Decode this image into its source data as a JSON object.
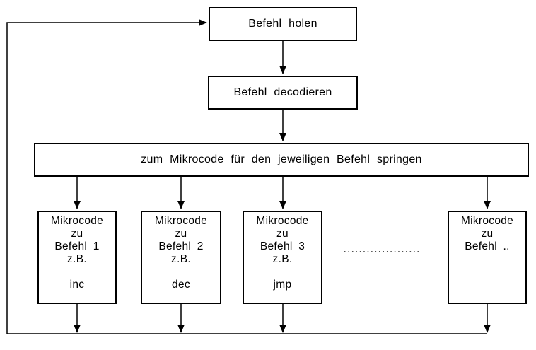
{
  "colors": {
    "line": "#000000",
    "background": "#ffffff",
    "text": "#000000"
  },
  "nodes": {
    "fetch_label": "Befehl holen",
    "decode_label": "Befehl decodieren",
    "dispatch_label": "zum Mikrocode für den jeweiligen Befehl springen",
    "microcode_boxes": [
      {
        "lines": [
          "Mikrocode",
          "zu",
          "Befehl 1",
          "z.B."
        ],
        "mnemonic": "inc"
      },
      {
        "lines": [
          "Mikrocode",
          "zu",
          "Befehl 2",
          "z.B."
        ],
        "mnemonic": "dec"
      },
      {
        "lines": [
          "Mikrocode",
          "zu",
          "Befehl 3",
          "z.B."
        ],
        "mnemonic": "jmp"
      },
      {
        "lines": [
          "Mikrocode",
          "zu",
          "Befehl .."
        ],
        "mnemonic": ""
      }
    ],
    "ellipsis": "...................."
  }
}
